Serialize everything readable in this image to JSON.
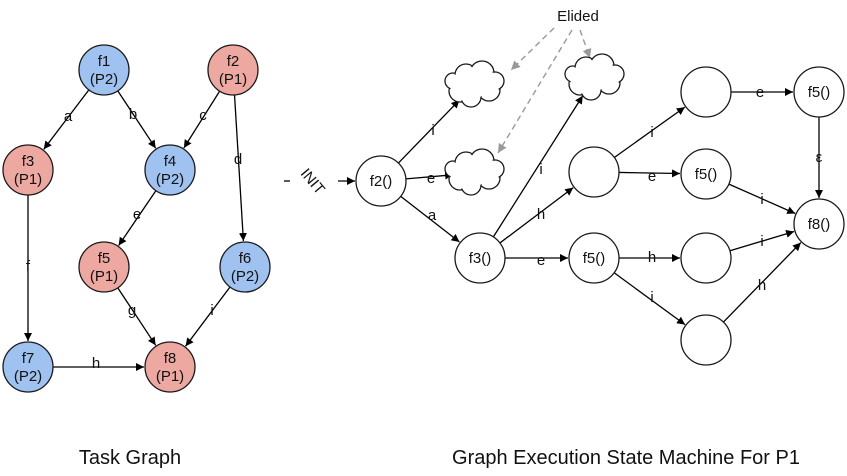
{
  "colors": {
    "p1": "#eda9a1",
    "p2": "#9fc2f0",
    "empty": "#ffffff",
    "elided_arrow": "#999999"
  },
  "task_graph": {
    "caption": "Task Graph",
    "nodes": [
      {
        "id": "f1",
        "name": "f1",
        "proc": "(P2)",
        "color": "p2"
      },
      {
        "id": "f2",
        "name": "f2",
        "proc": "(P1)",
        "color": "p1"
      },
      {
        "id": "f3",
        "name": "f3",
        "proc": "(P1)",
        "color": "p1"
      },
      {
        "id": "f4",
        "name": "f4",
        "proc": "(P2)",
        "color": "p2"
      },
      {
        "id": "f5",
        "name": "f5",
        "proc": "(P1)",
        "color": "p1"
      },
      {
        "id": "f6",
        "name": "f6",
        "proc": "(P2)",
        "color": "p2"
      },
      {
        "id": "f7",
        "name": "f7",
        "proc": "(P2)",
        "color": "p2"
      },
      {
        "id": "f8",
        "name": "f8",
        "proc": "(P1)",
        "color": "p1"
      }
    ],
    "edges": [
      {
        "from": "f1",
        "to": "f3",
        "label": "a"
      },
      {
        "from": "f1",
        "to": "f4",
        "label": "b"
      },
      {
        "from": "f2",
        "to": "f4",
        "label": "c"
      },
      {
        "from": "f2",
        "to": "f6",
        "label": "d"
      },
      {
        "from": "f4",
        "to": "f5",
        "label": "e"
      },
      {
        "from": "f3",
        "to": "f7",
        "label": "f"
      },
      {
        "from": "f5",
        "to": "f8",
        "label": "g"
      },
      {
        "from": "f7",
        "to": "f8",
        "label": "h"
      },
      {
        "from": "f6",
        "to": "f8",
        "label": "i"
      }
    ]
  },
  "state_machine": {
    "caption": "Graph Execution State Machine For P1",
    "init_label": "INIT",
    "elided_label": "Elided",
    "states": [
      {
        "id": "s_f2",
        "label": "f2()"
      },
      {
        "id": "s_f3",
        "label": "f3()"
      },
      {
        "id": "s_a",
        "label": ""
      },
      {
        "id": "s_b",
        "label": ""
      },
      {
        "id": "s_f5a",
        "label": "f5()"
      },
      {
        "id": "s_f5b",
        "label": "f5()"
      },
      {
        "id": "s_f5c",
        "label": "f5()"
      },
      {
        "id": "s_c",
        "label": ""
      },
      {
        "id": "s_d",
        "label": ""
      },
      {
        "id": "s_f8",
        "label": "f8()"
      }
    ],
    "elided": [
      {
        "id": "cloud1"
      },
      {
        "id": "cloud2"
      },
      {
        "id": "cloud3"
      }
    ],
    "transitions": [
      {
        "from": "s_f2",
        "to": "cloud1",
        "label": "i"
      },
      {
        "from": "s_f2",
        "to": "cloud2",
        "label": "e"
      },
      {
        "from": "s_f2",
        "to": "s_f3",
        "label": "a"
      },
      {
        "from": "s_f3",
        "to": "cloud3",
        "label": "i"
      },
      {
        "from": "s_f3",
        "to": "s_b",
        "label": "h"
      },
      {
        "from": "s_f3",
        "to": "s_f5c",
        "label": "e"
      },
      {
        "from": "s_b",
        "to": "s_a",
        "label": "i"
      },
      {
        "from": "s_b",
        "to": "s_f5b",
        "label": "e"
      },
      {
        "from": "s_a",
        "to": "s_f5a",
        "label": "e"
      },
      {
        "from": "s_f5a",
        "to": "s_f8",
        "label": "ε"
      },
      {
        "from": "s_f5b",
        "to": "s_f8",
        "label": "i"
      },
      {
        "from": "s_f5c",
        "to": "s_c",
        "label": "h"
      },
      {
        "from": "s_f5c",
        "to": "s_d",
        "label": "i"
      },
      {
        "from": "s_c",
        "to": "s_f8",
        "label": "i"
      },
      {
        "from": "s_d",
        "to": "s_f8",
        "label": "h"
      }
    ]
  }
}
